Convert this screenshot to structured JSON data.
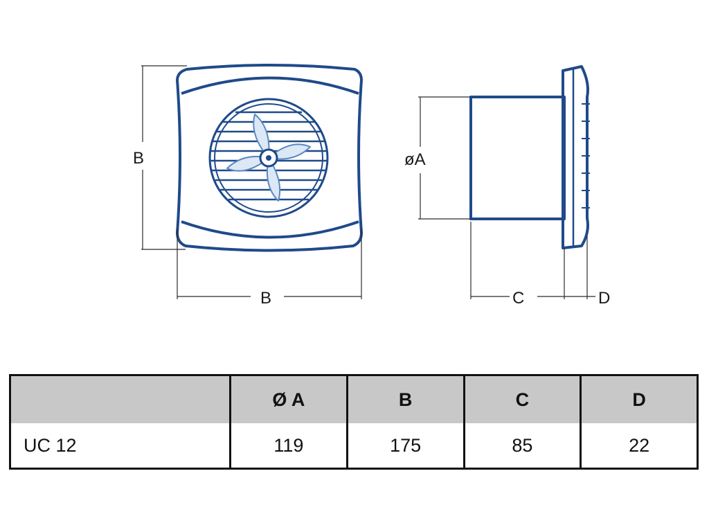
{
  "drawing": {
    "front_height_label": "B",
    "front_width_label": "B",
    "diameter_label": "øA",
    "depth_label": "C",
    "frame_label": "D",
    "line_color": "#1f4a8a",
    "dim_color": "#2a2a2a",
    "fan_icon": "fan-blade-icon"
  },
  "table": {
    "headers": [
      "",
      "Ø A",
      "B",
      "C",
      "D"
    ],
    "rows": [
      {
        "model": "UC 12",
        "a": "119",
        "b": "175",
        "c": "85",
        "d": "22"
      }
    ],
    "header_bg": "#c8c8c8"
  }
}
